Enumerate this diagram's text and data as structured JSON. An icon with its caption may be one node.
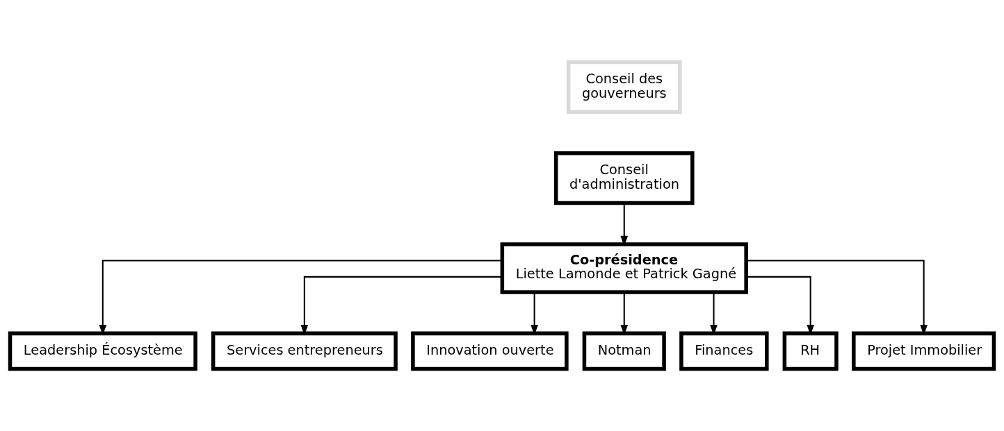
{
  "diagram": {
    "nodes": [
      {
        "text": [
          "Conseil des gouverneurs"
        ]
      },
      {
        "text": [
          "Conseil d'administration"
        ]
      },
      {
        "text": [
          "Co-présidence",
          "Liette Lamonde et Patrick Gagné"
        ]
      },
      {
        "text": [
          "Leadership Écosystème"
        ]
      },
      {
        "text": [
          "Services entrepreneurs"
        ]
      },
      {
        "text": [
          "Innovation ouverte"
        ]
      },
      {
        "text": [
          "Notman"
        ]
      },
      {
        "text": [
          "Finances"
        ]
      },
      {
        "text": [
          "RH"
        ]
      },
      {
        "text": [
          "Projet Immobilier"
        ]
      }
    ],
    "edges": [
      {
        "from": 1,
        "to": 2,
        "arrow": "to"
      },
      {
        "from": 2,
        "to": 3,
        "arrow": "to"
      },
      {
        "from": 2,
        "to": 4,
        "arrow": "to"
      },
      {
        "from": 2,
        "to": 5,
        "arrow": "to"
      },
      {
        "from": 2,
        "to": 6,
        "arrow": "to"
      },
      {
        "from": 2,
        "to": 7,
        "arrow": "to"
      },
      {
        "from": 2,
        "to": 8,
        "arrow": "to"
      },
      {
        "from": 2,
        "to": 9,
        "arrow": "to"
      }
    ]
  }
}
